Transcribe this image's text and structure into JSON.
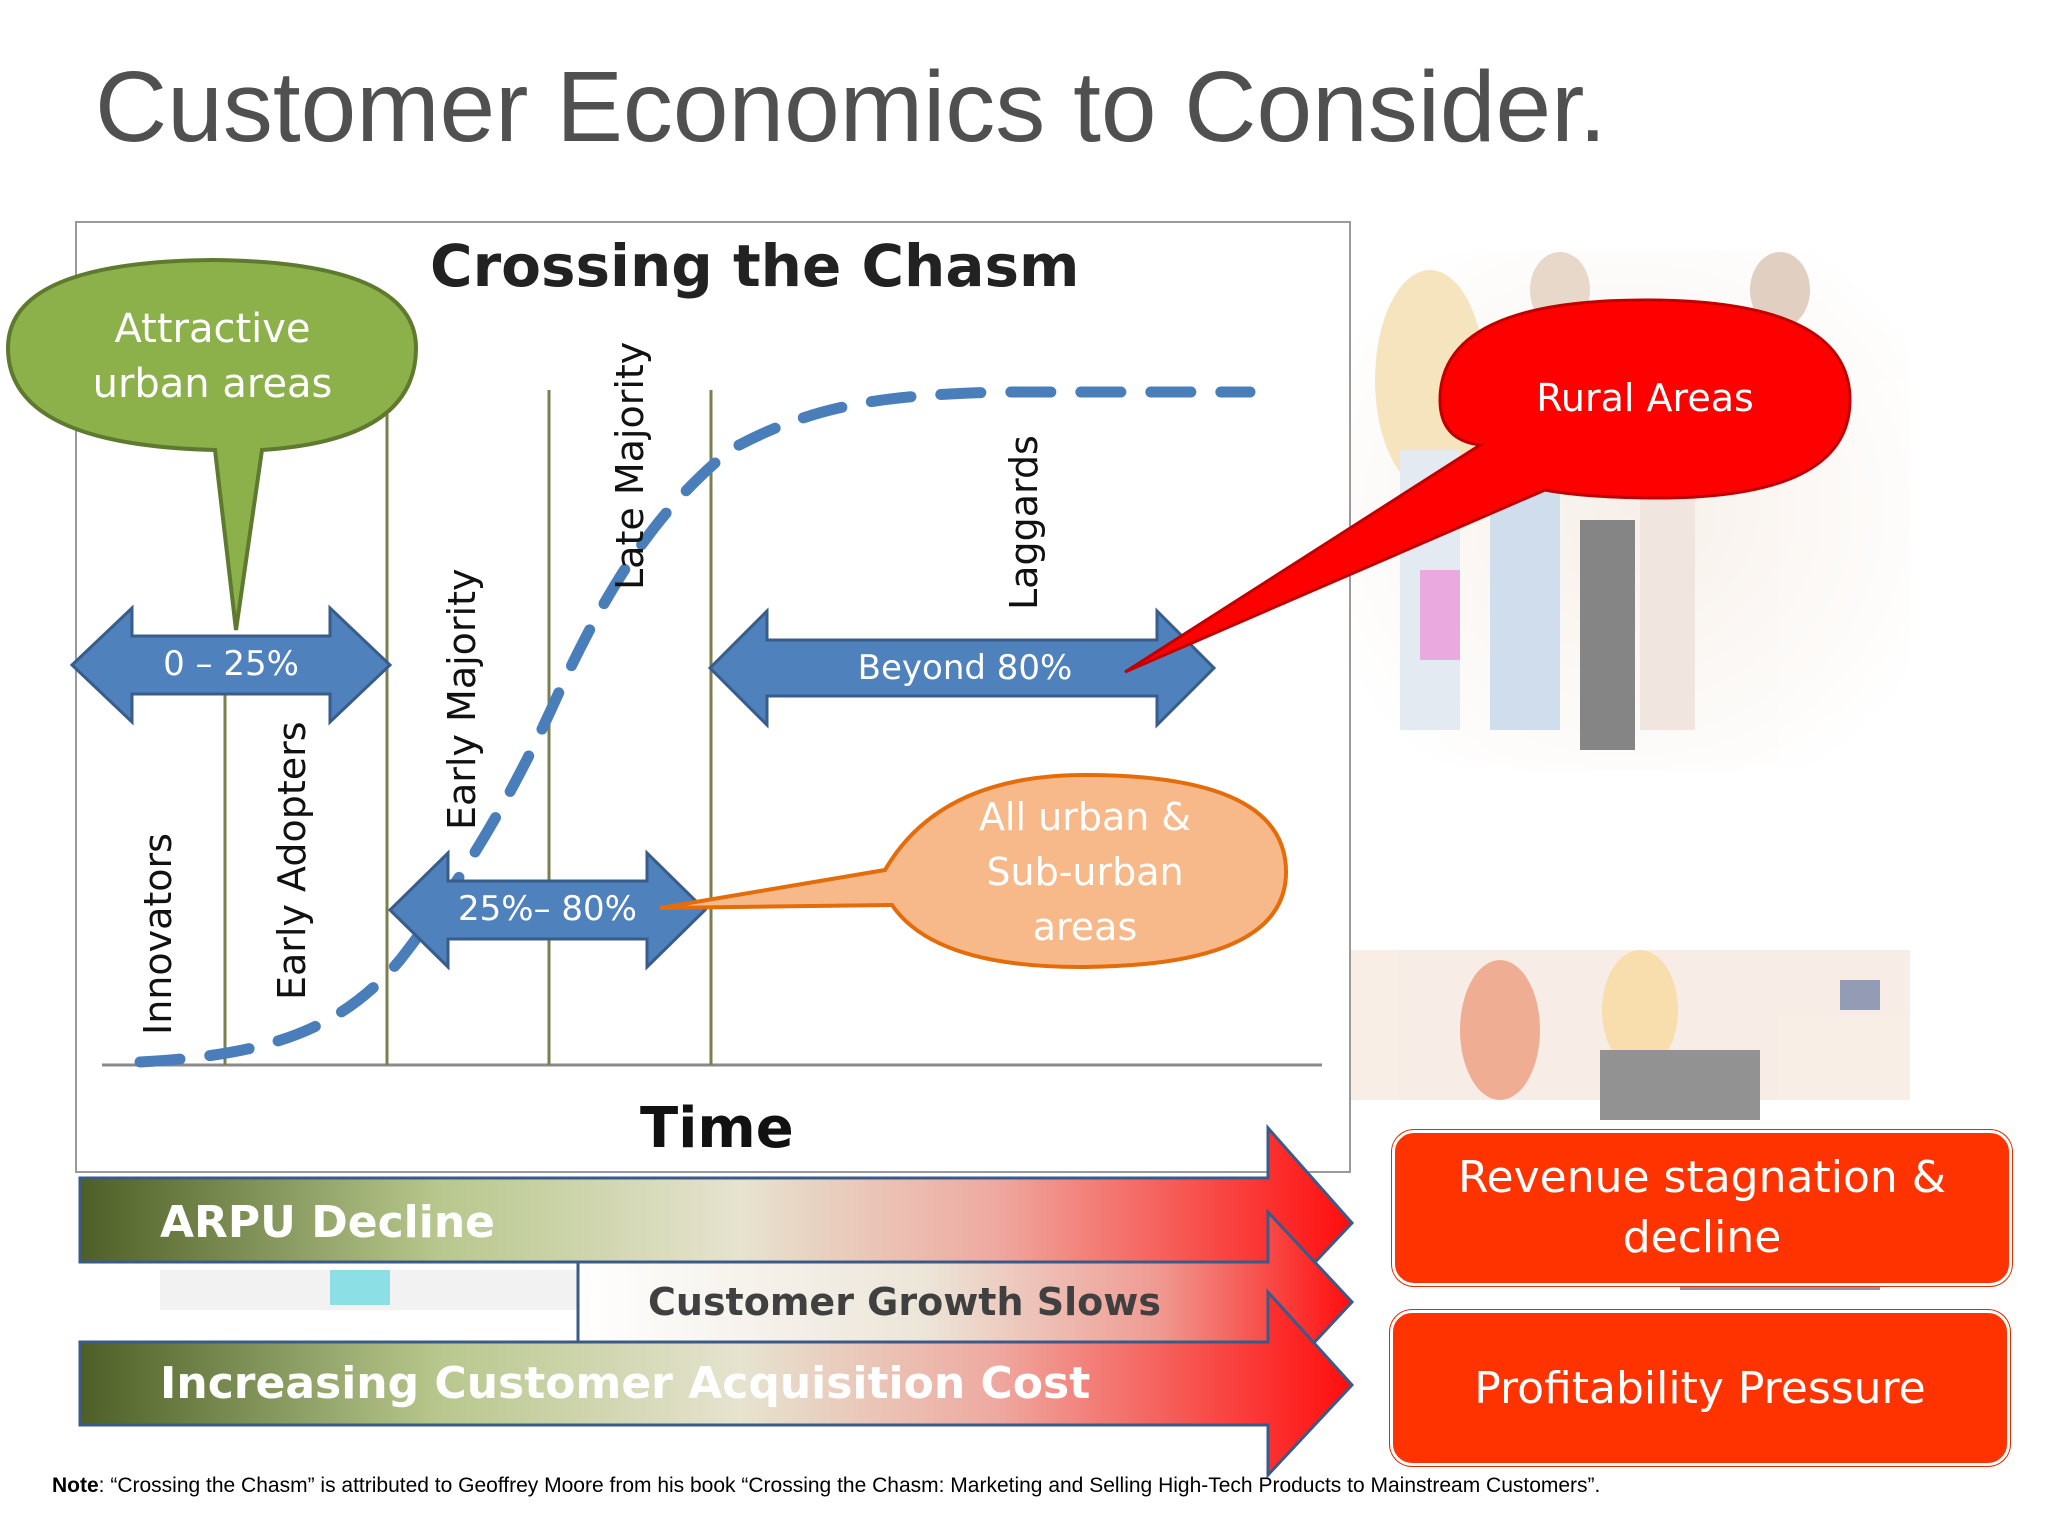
{
  "slide": {
    "title": "Customer Economics to Consider."
  },
  "chart": {
    "title": "Crossing the Chasm",
    "xlabel": "Time",
    "segments": [
      "Innovators",
      "Early Adopters",
      "Early Majority",
      "Late Majority",
      "Laggards"
    ]
  },
  "arrows": {
    "a1": "0 – 25%",
    "a2": "25%– 80%",
    "a3": "Beyond 80%"
  },
  "callouts": {
    "attractive_line1": "Attractive",
    "attractive_line2": "urban areas",
    "rural": "Rural Areas",
    "urban_line1": "All urban &",
    "urban_line2": "Sub-urban",
    "urban_line3": "areas"
  },
  "bars": {
    "arpu": "ARPU Decline",
    "growth": "Customer Growth Slows",
    "cac": "Increasing Customer Acquisition Cost"
  },
  "results": {
    "revenue_line1": "Revenue stagnation &",
    "revenue_line2": "decline",
    "profit": "Profitability Pressure"
  },
  "note": {
    "label": "Note",
    "text": ": “Crossing the Chasm” is attributed to Geoffrey Moore from his book “Crossing the Chasm: Marketing and Selling High-Tech Products to Mainstream Customers”."
  },
  "colors": {
    "arrow_blue": "#4f81bd",
    "curve_blue": "#4a7ebb",
    "green_callout": "#8cb04a",
    "red_callout": "#ff0000",
    "orange_callout": "#f8b98a",
    "result_red": "#ff3300"
  }
}
